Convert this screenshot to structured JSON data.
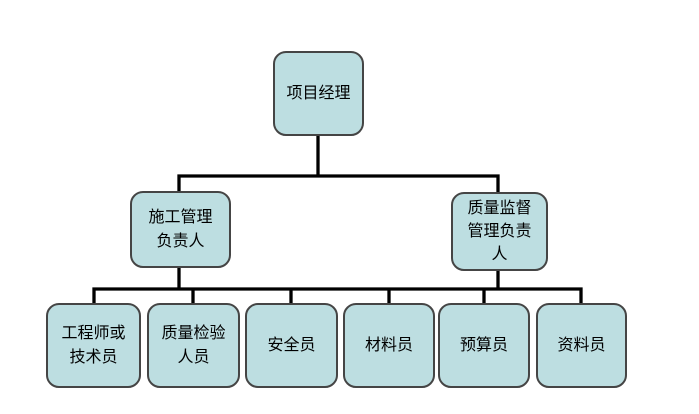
{
  "diagram": {
    "type": "org-chart",
    "nodes": [
      {
        "id": "project-manager",
        "label": "项目经理",
        "level": 1
      },
      {
        "id": "construction-manager",
        "label": "施工管理\n负责人",
        "level": 2
      },
      {
        "id": "quality-supervisor",
        "label": "质量监督\n管理负责\n人",
        "level": 2
      },
      {
        "id": "engineer",
        "label": "工程师或\n技术员",
        "level": 3
      },
      {
        "id": "quality-inspector",
        "label": "质量检验\n人员",
        "level": 3
      },
      {
        "id": "safety-officer",
        "label": "安全员",
        "level": 3
      },
      {
        "id": "material-officer",
        "label": "材料员",
        "level": 3
      },
      {
        "id": "budget-officer",
        "label": "预算员",
        "level": 3
      },
      {
        "id": "document-officer",
        "label": "资料员",
        "level": 3
      }
    ],
    "edges": [
      {
        "parents": [
          "project-manager"
        ],
        "children": [
          "construction-manager",
          "quality-supervisor"
        ]
      },
      {
        "parents": [
          "construction-manager",
          "quality-supervisor"
        ],
        "children": [
          "engineer",
          "quality-inspector",
          "safety-officer",
          "material-officer",
          "budget-officer",
          "document-officer"
        ],
        "style": "shared-bus"
      }
    ],
    "colors": {
      "background": "#ffffff",
      "node_fill": "#bddee1",
      "node_border": "#454545",
      "connector": "#000000",
      "text": "#000000"
    }
  }
}
